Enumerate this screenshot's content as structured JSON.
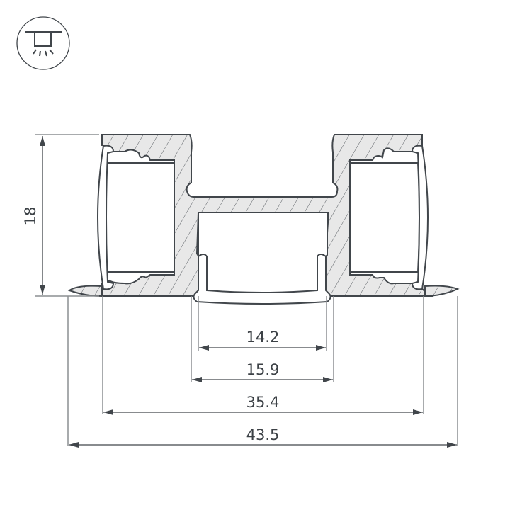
{
  "icon": {
    "name": "ceiling-recessed-light-icon"
  },
  "dimensions": {
    "height": "18",
    "inner_width_1": "14.2",
    "inner_width_2": "15.9",
    "mid_width": "35.4",
    "overall_width": "43.5"
  },
  "colors": {
    "outline": "#41464b",
    "hatch_fill": "#e8e8e8",
    "dim_line": "#8c8f92",
    "text": "#3c4146"
  }
}
